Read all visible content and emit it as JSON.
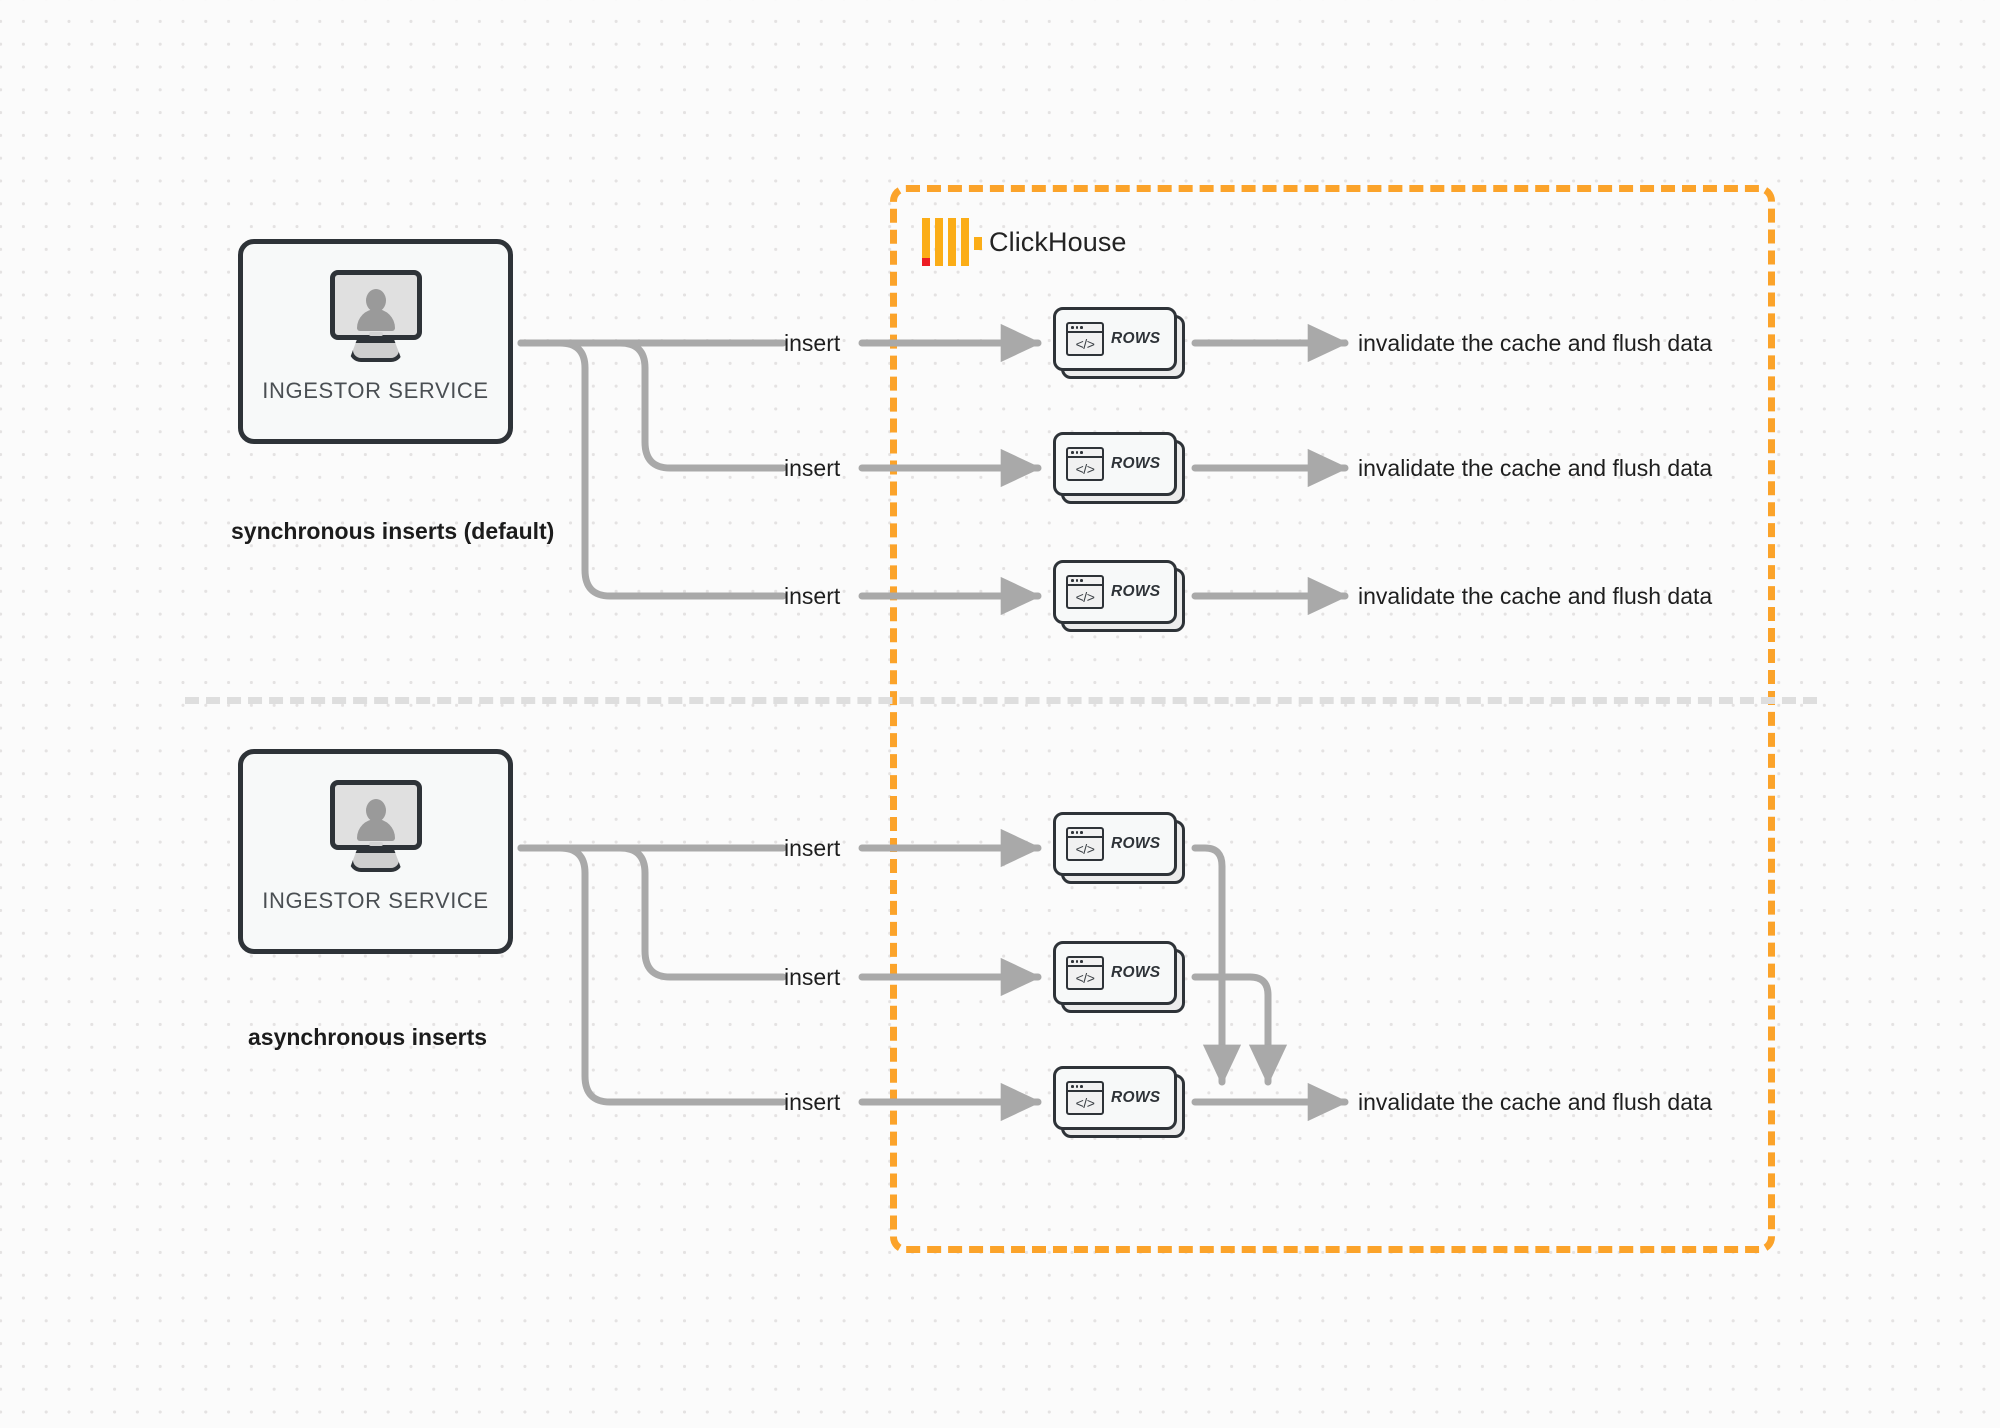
{
  "diagram": {
    "title": "ClickHouse synchronous vs asynchronous inserts",
    "colors": {
      "region_border": "#fba32a",
      "logo_yellow": "#fbad17",
      "logo_red": "#ed1c24",
      "node_border": "#2e3338",
      "node_fill": "#f7f9f9",
      "wire": "#a9a9a9",
      "divider": "#dedede",
      "canvas": "#fbfbfb"
    }
  },
  "clickhouse_region": {
    "label": "ClickHouse",
    "logo_name": "clickhouse-logo"
  },
  "divider": {
    "style": "dashed"
  },
  "groups": [
    {
      "id": "synchronous",
      "caption": "synchronous inserts (default)",
      "source": {
        "label": "INGESTOR SERVICE",
        "icon": "monitor-user-icon"
      },
      "branches": [
        {
          "insert_label": "insert",
          "node_label": "ROWS",
          "node_icon": "code-window-icon",
          "result_label": "invalidate the cache and flush data"
        },
        {
          "insert_label": "insert",
          "node_label": "ROWS",
          "node_icon": "code-window-icon",
          "result_label": "invalidate the cache and flush data"
        },
        {
          "insert_label": "insert",
          "node_label": "ROWS",
          "node_icon": "code-window-icon",
          "result_label": "invalidate the cache and flush data"
        }
      ]
    },
    {
      "id": "asynchronous",
      "caption": "asynchronous inserts",
      "source": {
        "label": "INGESTOR SERVICE",
        "icon": "monitor-user-icon"
      },
      "branches": [
        {
          "insert_label": "insert",
          "node_label": "ROWS",
          "node_icon": "code-window-icon"
        },
        {
          "insert_label": "insert",
          "node_label": "ROWS",
          "node_icon": "code-window-icon"
        },
        {
          "insert_label": "insert",
          "node_label": "ROWS",
          "node_icon": "code-window-icon"
        }
      ],
      "merged_result_label": "invalidate the cache and flush data"
    }
  ]
}
